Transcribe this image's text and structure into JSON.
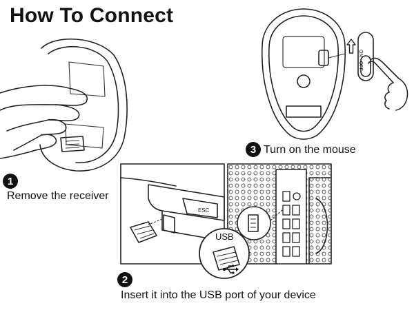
{
  "title": "How To Connect",
  "steps": [
    {
      "number": "1",
      "text": "Remove the receiver"
    },
    {
      "number": "2",
      "text": "Insert it into the USB port of your device"
    },
    {
      "number": "3",
      "text": "Turn on the mouse"
    }
  ],
  "labels": {
    "esc_key": "ESC",
    "usb": "USB",
    "switch": "ON - OFF"
  },
  "icons": [
    "usb-symbol-icon",
    "up-arrow-icon",
    "power-switch-icon",
    "hand-icon"
  ]
}
